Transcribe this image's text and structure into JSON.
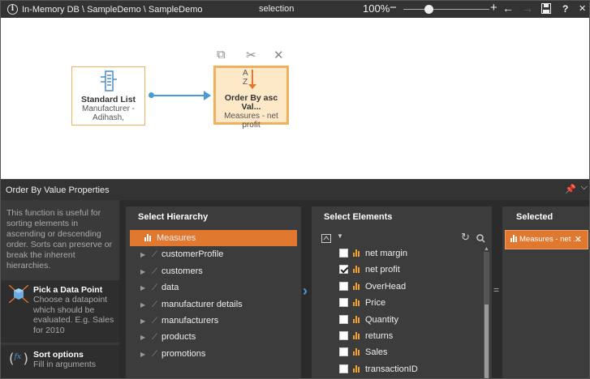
{
  "titlebar": {
    "path": "In-Memory DB \\ SampleDemo \\ SampleDemo",
    "mode": "selection",
    "zoom": "100%"
  },
  "canvas": {
    "node1": {
      "title": "Standard List",
      "sub1": "Manufacturer -",
      "sub2": "Adihash,"
    },
    "node2": {
      "az": "A",
      "az2": "Z",
      "title": "Order By asc Val...",
      "sub1": "Measures - net",
      "sub2": "profit"
    }
  },
  "properties": {
    "title": "Order By Value Properties",
    "description": "This function is useful for sorting elements in ascending or descending order. Sorts can preserve or break the inherent hierarchies.",
    "pick": {
      "title": "Pick a Data Point",
      "desc": "Choose a datapoint which should be evaluated. E.g. Sales for 2010"
    },
    "sort": {
      "title": "Sort options",
      "desc": "Fill in arguments"
    }
  },
  "hierarchy": {
    "title": "Select Hierarchy",
    "active": "Measures",
    "items": [
      "customerProfile",
      "customers",
      "data",
      "manufacturer details",
      "manufacturers",
      "products",
      "promotions"
    ]
  },
  "elements": {
    "title": "Select Elements",
    "items": [
      {
        "label": "net margin",
        "checked": false
      },
      {
        "label": "net profit",
        "checked": true
      },
      {
        "label": "OverHead",
        "checked": false
      },
      {
        "label": "Price",
        "checked": false
      },
      {
        "label": "Quantity",
        "checked": false
      },
      {
        "label": "returns",
        "checked": false
      },
      {
        "label": "Sales",
        "checked": false
      },
      {
        "label": "transactionID",
        "checked": false
      }
    ]
  },
  "selected": {
    "title": "Selected",
    "item": "Measures - net ..."
  },
  "colors": {
    "accent": "#e07830",
    "link": "#4a9bd4"
  }
}
